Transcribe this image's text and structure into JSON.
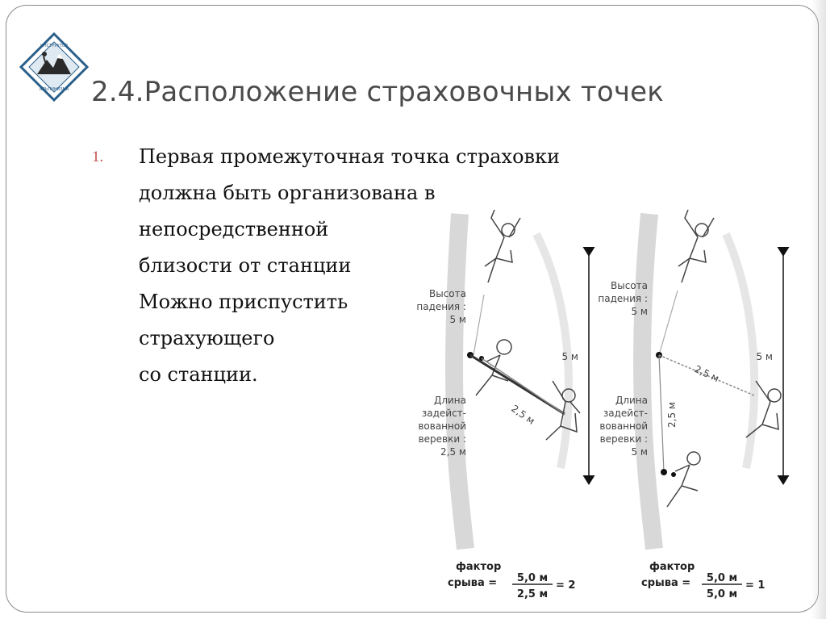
{
  "title": "2.4.Расположение страховочных точек",
  "list": {
    "number": "1.",
    "text_lines": [
      "Первая промежуточная точка страховки",
      "должна быть организована в",
      "непосредственной",
      "близости от станции",
      "Можно приспустить",
      "страхующего",
      "со станции."
    ]
  },
  "diagram": {
    "left": {
      "fall_height_label": [
        "Высота",
        "падения :",
        "5 м"
      ],
      "total_label": "5 м",
      "rope_segment_label": "2,5 м",
      "rope_length_label": [
        "Длина",
        "задейст-",
        "вованной",
        "веревки :",
        "2,5 м"
      ],
      "factor_label": [
        "фактор",
        "срыва ="
      ],
      "factor_numerator": "5,0 м",
      "factor_denominator": "2,5 м",
      "factor_result": "= 2"
    },
    "right": {
      "fall_height_label": [
        "Высота",
        "падения :",
        "5 м"
      ],
      "total_label": "5 м",
      "rope_segment_label": "2,5 м",
      "vertical_segment_label": "2,5 м",
      "rope_length_label": [
        "Длина",
        "задейст-",
        "вованной",
        "веревки :",
        "5 м"
      ],
      "factor_label": [
        "фактор",
        "срыва ="
      ],
      "factor_numerator": "5,0 м",
      "factor_denominator": "5,0 м",
      "factor_result": "= 1"
    }
  },
  "colors": {
    "title": "#4a4a4a",
    "list_number": "#c0504d",
    "frame": "#8a8a8a"
  },
  "logo": {
    "name": "instructor-alpinism-emblem"
  }
}
